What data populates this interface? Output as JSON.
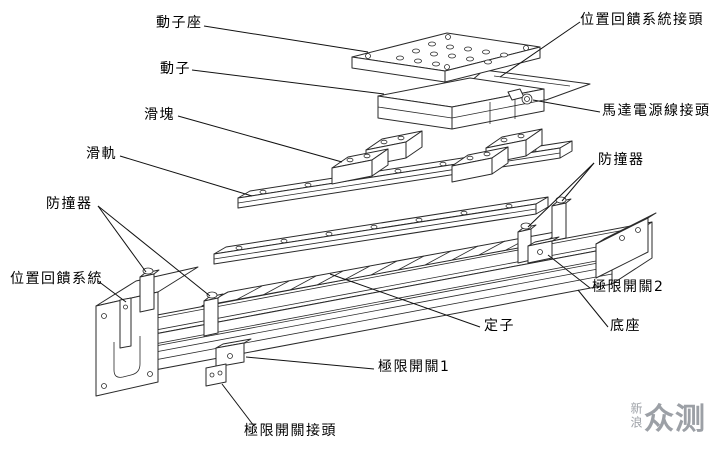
{
  "labels": [
    {
      "id": "mover-seat",
      "text": "動子座"
    },
    {
      "id": "feedback-connector",
      "text": "位置回饋系統接頭"
    },
    {
      "id": "mover",
      "text": "動子"
    },
    {
      "id": "motor-power-connector",
      "text": "馬達電源線接頭"
    },
    {
      "id": "slider-block",
      "text": "滑塊"
    },
    {
      "id": "slide-rail",
      "text": "滑軌"
    },
    {
      "id": "bumper-right",
      "text": "防撞器"
    },
    {
      "id": "bumper-left",
      "text": "防撞器"
    },
    {
      "id": "feedback-system",
      "text": "位置回饋系統"
    },
    {
      "id": "limit-switch-2",
      "text": "極限開關2"
    },
    {
      "id": "stator",
      "text": "定子"
    },
    {
      "id": "base",
      "text": "底座"
    },
    {
      "id": "limit-switch-1",
      "text": "極限開關1"
    },
    {
      "id": "limit-switch-connector",
      "text": "極限開關接頭"
    }
  ],
  "watermark": {
    "vertical": "新浪",
    "main": "众测"
  },
  "diagram_subject": "linear-motor-stage-exploded-view"
}
